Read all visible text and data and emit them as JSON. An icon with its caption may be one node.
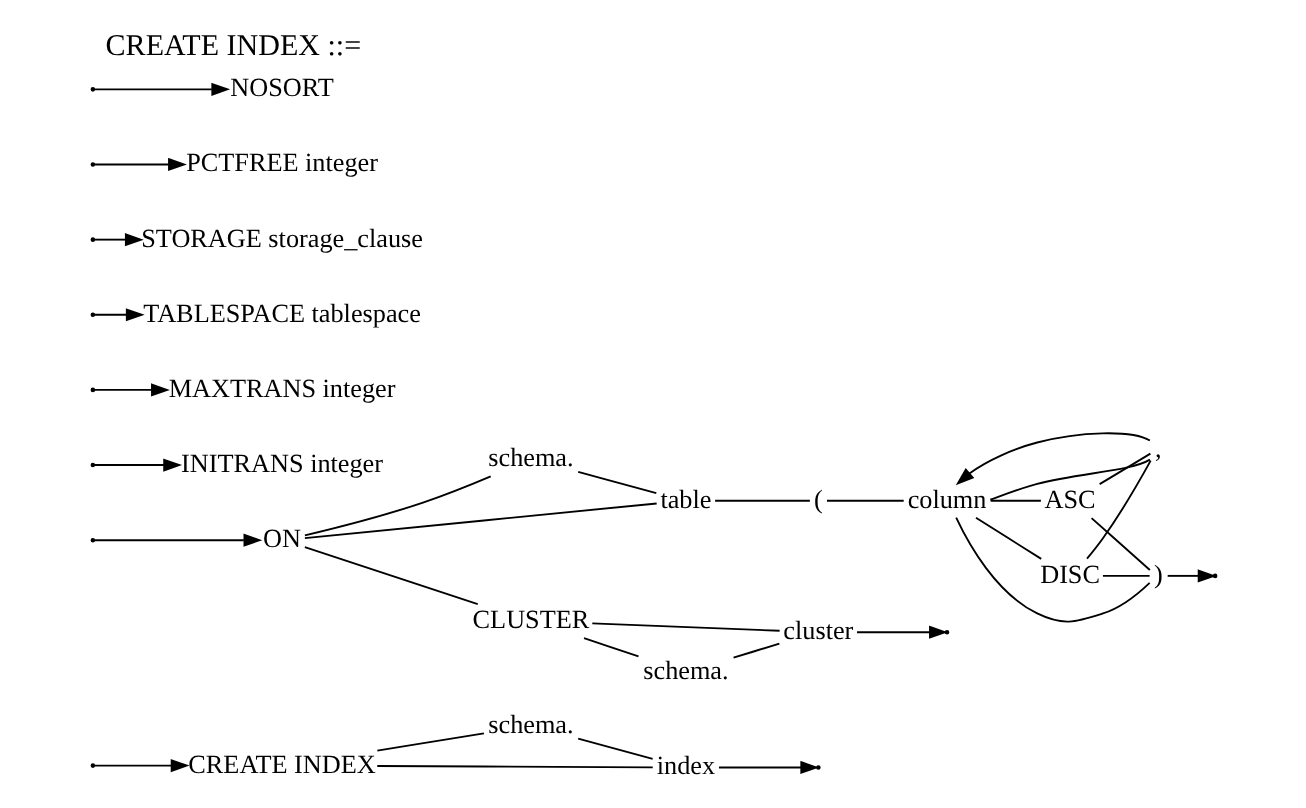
{
  "diagram": {
    "title": "CREATE INDEX ::=",
    "nodes": [
      {
        "text": [
          "CREATE INDEX"
        ]
      },
      {
        "text": [
          "schema."
        ]
      },
      {
        "text": [
          "index"
        ]
      },
      {
        "text": [
          "ON"
        ]
      },
      {
        "text": [
          "schema."
        ]
      },
      {
        "text": [
          "table"
        ]
      },
      {
        "text": [
          "("
        ]
      },
      {
        "text": [
          "column"
        ]
      },
      {
        "text": [
          ","
        ]
      },
      {
        "text": [
          "ASC"
        ]
      },
      {
        "text": [
          "DISC"
        ]
      },
      {
        "text": [
          ")"
        ]
      },
      {
        "text": [
          "CLUSTER"
        ]
      },
      {
        "text": [
          "schema."
        ]
      },
      {
        "text": [
          "cluster"
        ]
      },
      {
        "text": [
          "INITRANS integer"
        ]
      },
      {
        "text": [
          "MAXTRANS integer"
        ]
      },
      {
        "text": [
          "TABLESPACE tablespace"
        ]
      },
      {
        "text": [
          "STORAGE storage_clause"
        ]
      },
      {
        "text": [
          "PCTFREE integer"
        ]
      },
      {
        "text": [
          "NOSORT"
        ]
      }
    ],
    "edges": [
      {
        "from": null,
        "to": 0,
        "arrow": "to"
      },
      {
        "from": 0,
        "to": 2,
        "arrow": "none"
      },
      {
        "from": 0,
        "to": 1,
        "arrow": "none"
      },
      {
        "from": 1,
        "to": 2,
        "arrow": "none"
      },
      {
        "from": 2,
        "to": null,
        "arrow": "to"
      },
      {
        "from": null,
        "to": 3,
        "arrow": "to"
      },
      {
        "from": 3,
        "to": 5,
        "arrow": "none"
      },
      {
        "from": 3,
        "to": 4,
        "arrow": "none"
      },
      {
        "from": 4,
        "to": 5,
        "arrow": "none"
      },
      {
        "from": 5,
        "to": 6,
        "arrow": "none"
      },
      {
        "from": 6,
        "to": 7,
        "arrow": "none"
      },
      {
        "from": 7,
        "to": 11,
        "arrow": "none"
      },
      {
        "from": 7,
        "to": 9,
        "arrow": "none"
      },
      {
        "from": 7,
        "to": 10,
        "arrow": "none"
      },
      {
        "from": 9,
        "to": 11,
        "arrow": "none"
      },
      {
        "from": 10,
        "to": 11,
        "arrow": "none"
      },
      {
        "from": 7,
        "to": 8,
        "arrow": "none"
      },
      {
        "from": 9,
        "to": 8,
        "arrow": "none"
      },
      {
        "from": 10,
        "to": 8,
        "arrow": "none"
      },
      {
        "from": 8,
        "to": 7,
        "arrow": "to"
      },
      {
        "from": 3,
        "to": 12,
        "arrow": "none"
      },
      {
        "from": 12,
        "to": 14,
        "arrow": "none"
      },
      {
        "from": 12,
        "to": 13,
        "arrow": "none"
      },
      {
        "from": 13,
        "to": 14,
        "arrow": "none"
      },
      {
        "from": 11,
        "to": null,
        "arrow": "to"
      },
      {
        "from": 14,
        "to": null,
        "arrow": "to"
      },
      {
        "from": null,
        "to": 15,
        "arrow": "to"
      },
      {
        "from": null,
        "to": 16,
        "arrow": "to"
      },
      {
        "from": null,
        "to": 17,
        "arrow": "to"
      },
      {
        "from": null,
        "to": 18,
        "arrow": "to"
      },
      {
        "from": null,
        "to": 19,
        "arrow": "to"
      },
      {
        "from": null,
        "to": 20,
        "arrow": "to"
      }
    ]
  }
}
